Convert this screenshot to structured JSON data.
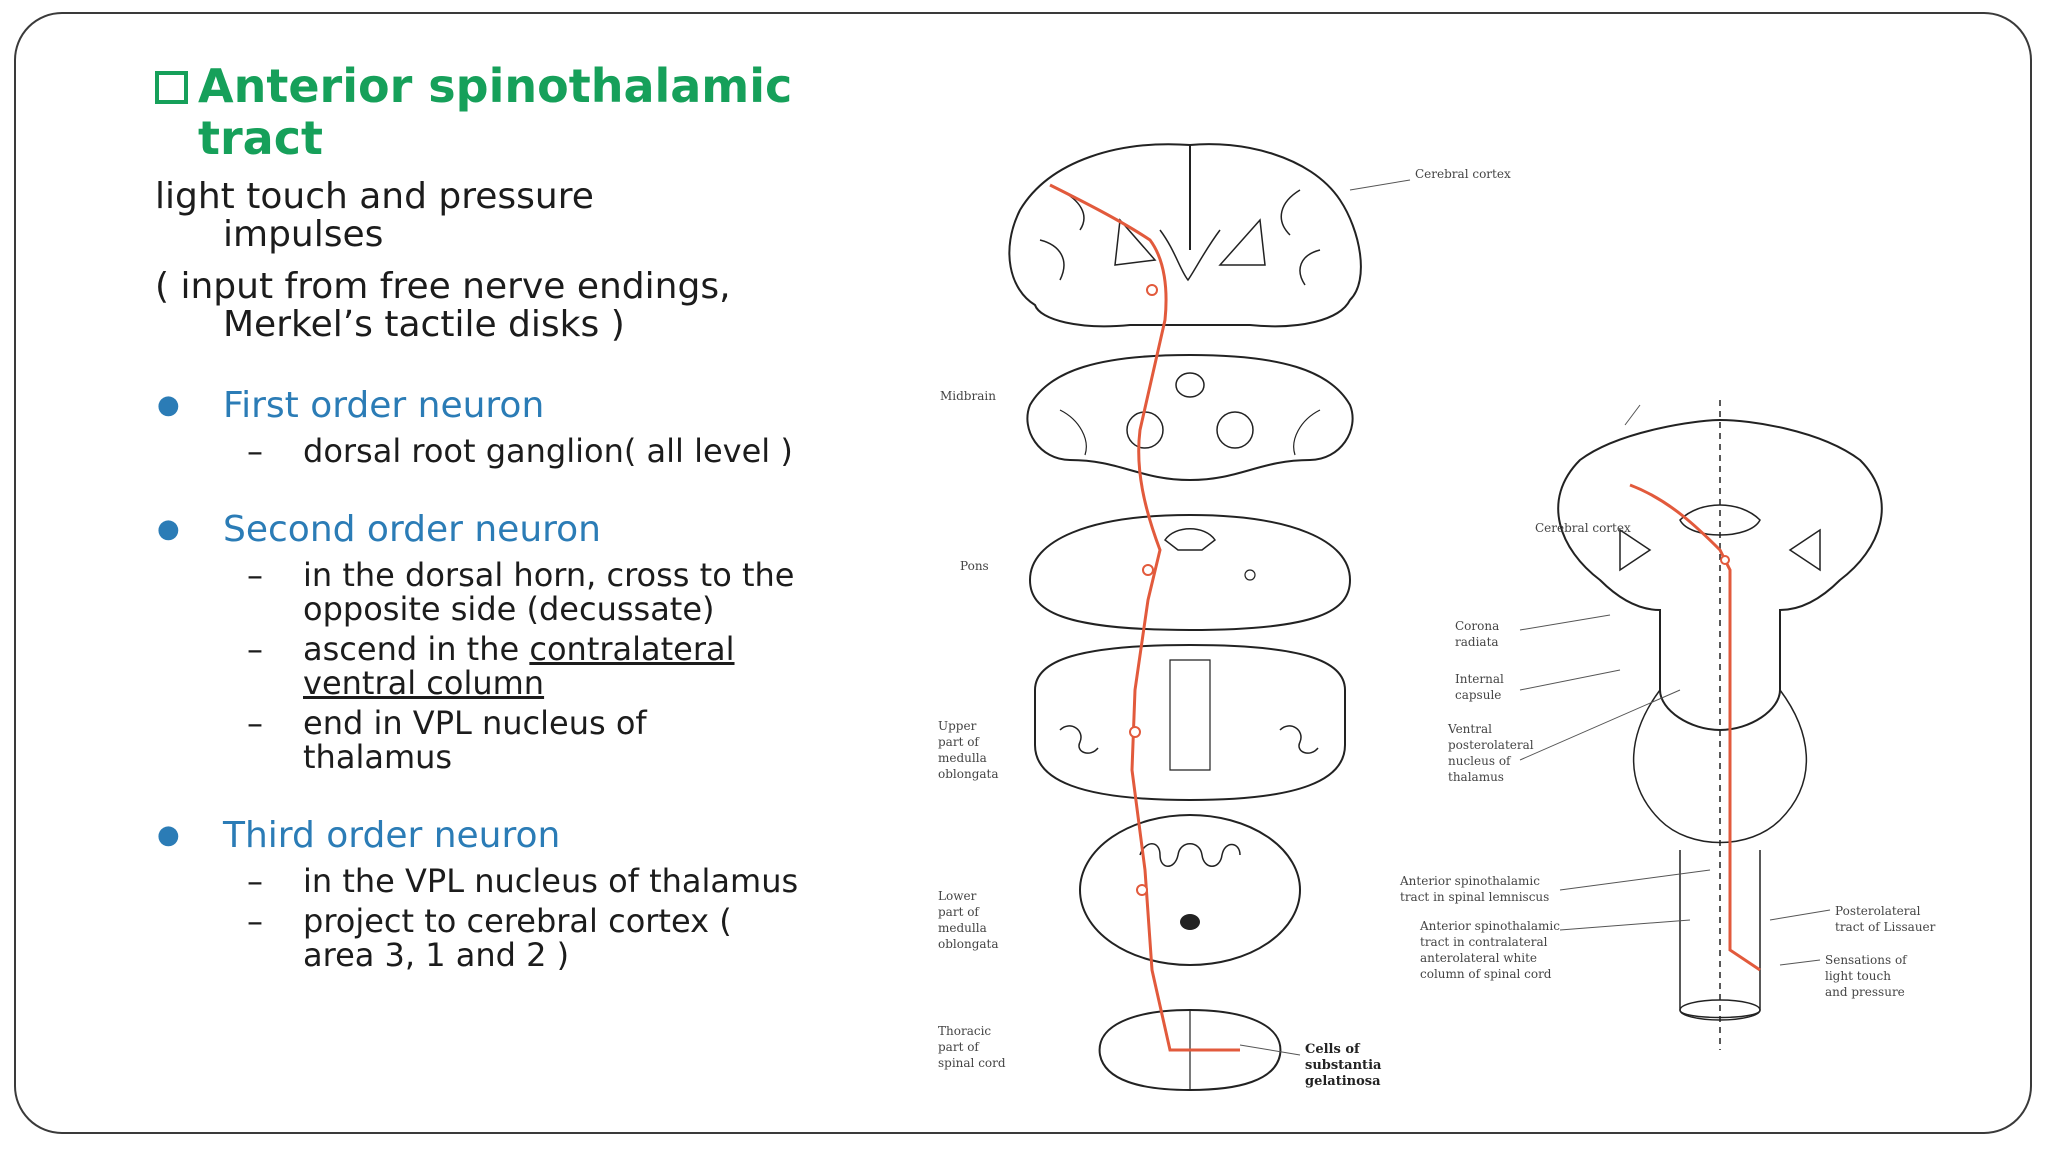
{
  "title": {
    "line1": "Anterior spinothalamic",
    "line2": "tract"
  },
  "description": {
    "line1a": "light touch and pressure",
    "line1b": "impulses",
    "line2a": "( input from free nerve endings,",
    "line2b": "Merkel’s tactile disks )"
  },
  "bullets": [
    {
      "title": "First order neuron",
      "subs": [
        {
          "a": "dorsal root ganglion( all level )"
        }
      ]
    },
    {
      "title": "Second order neuron",
      "subs": [
        {
          "a": "in the dorsal horn, cross to the",
          "b": "opposite side (decussate)"
        },
        {
          "a": "ascend in the ",
          "u1": "contralateral",
          "u2": "ventral column"
        },
        {
          "a": "end in VPL nucleus of",
          "b": "thalamus"
        }
      ]
    },
    {
      "title": "Third order neuron",
      "subs": [
        {
          "a": "in the VPL nucleus of thalamus"
        },
        {
          "a": "project to cerebral cortex  (",
          "b": "area 3, 1 and 2 )"
        }
      ]
    }
  ],
  "figure": {
    "cerebral_cortex": "Cerebral cortex",
    "midbrain": "Midbrain",
    "pons": "Pons",
    "upper_medulla": [
      "Upper",
      "part of",
      "medulla",
      "oblongata"
    ],
    "lower_medulla": [
      "Lower",
      "part of",
      "medulla",
      "oblongata"
    ],
    "thoracic": [
      "Thoracic",
      "part of",
      "spinal cord"
    ],
    "substantia": [
      "Cells of",
      "substantia",
      "gelatinosa"
    ],
    "right_cortex": "Cerebral cortex",
    "corona": [
      "Corona",
      "radiata"
    ],
    "internal_capsule": [
      "Internal",
      "capsule"
    ],
    "vpl": [
      "Ventral",
      "posterolateral",
      "nucleus of",
      "thalamus"
    ],
    "ast_lemniscus": [
      "Anterior spinothalamic",
      "tract in spinal lemniscus"
    ],
    "ast_column": [
      "Anterior spinothalamic",
      "tract in contralateral",
      "anterolateral white",
      "column of spinal cord"
    ],
    "lissauer": [
      "Posterolateral",
      "tract of Lissauer"
    ],
    "sensations": [
      "Sensations of",
      "light touch",
      "and pressure"
    ]
  },
  "colors": {
    "title_green": "#16a05a",
    "bullet_blue": "#2b7cb6",
    "tract_red": "#e25a3c"
  }
}
